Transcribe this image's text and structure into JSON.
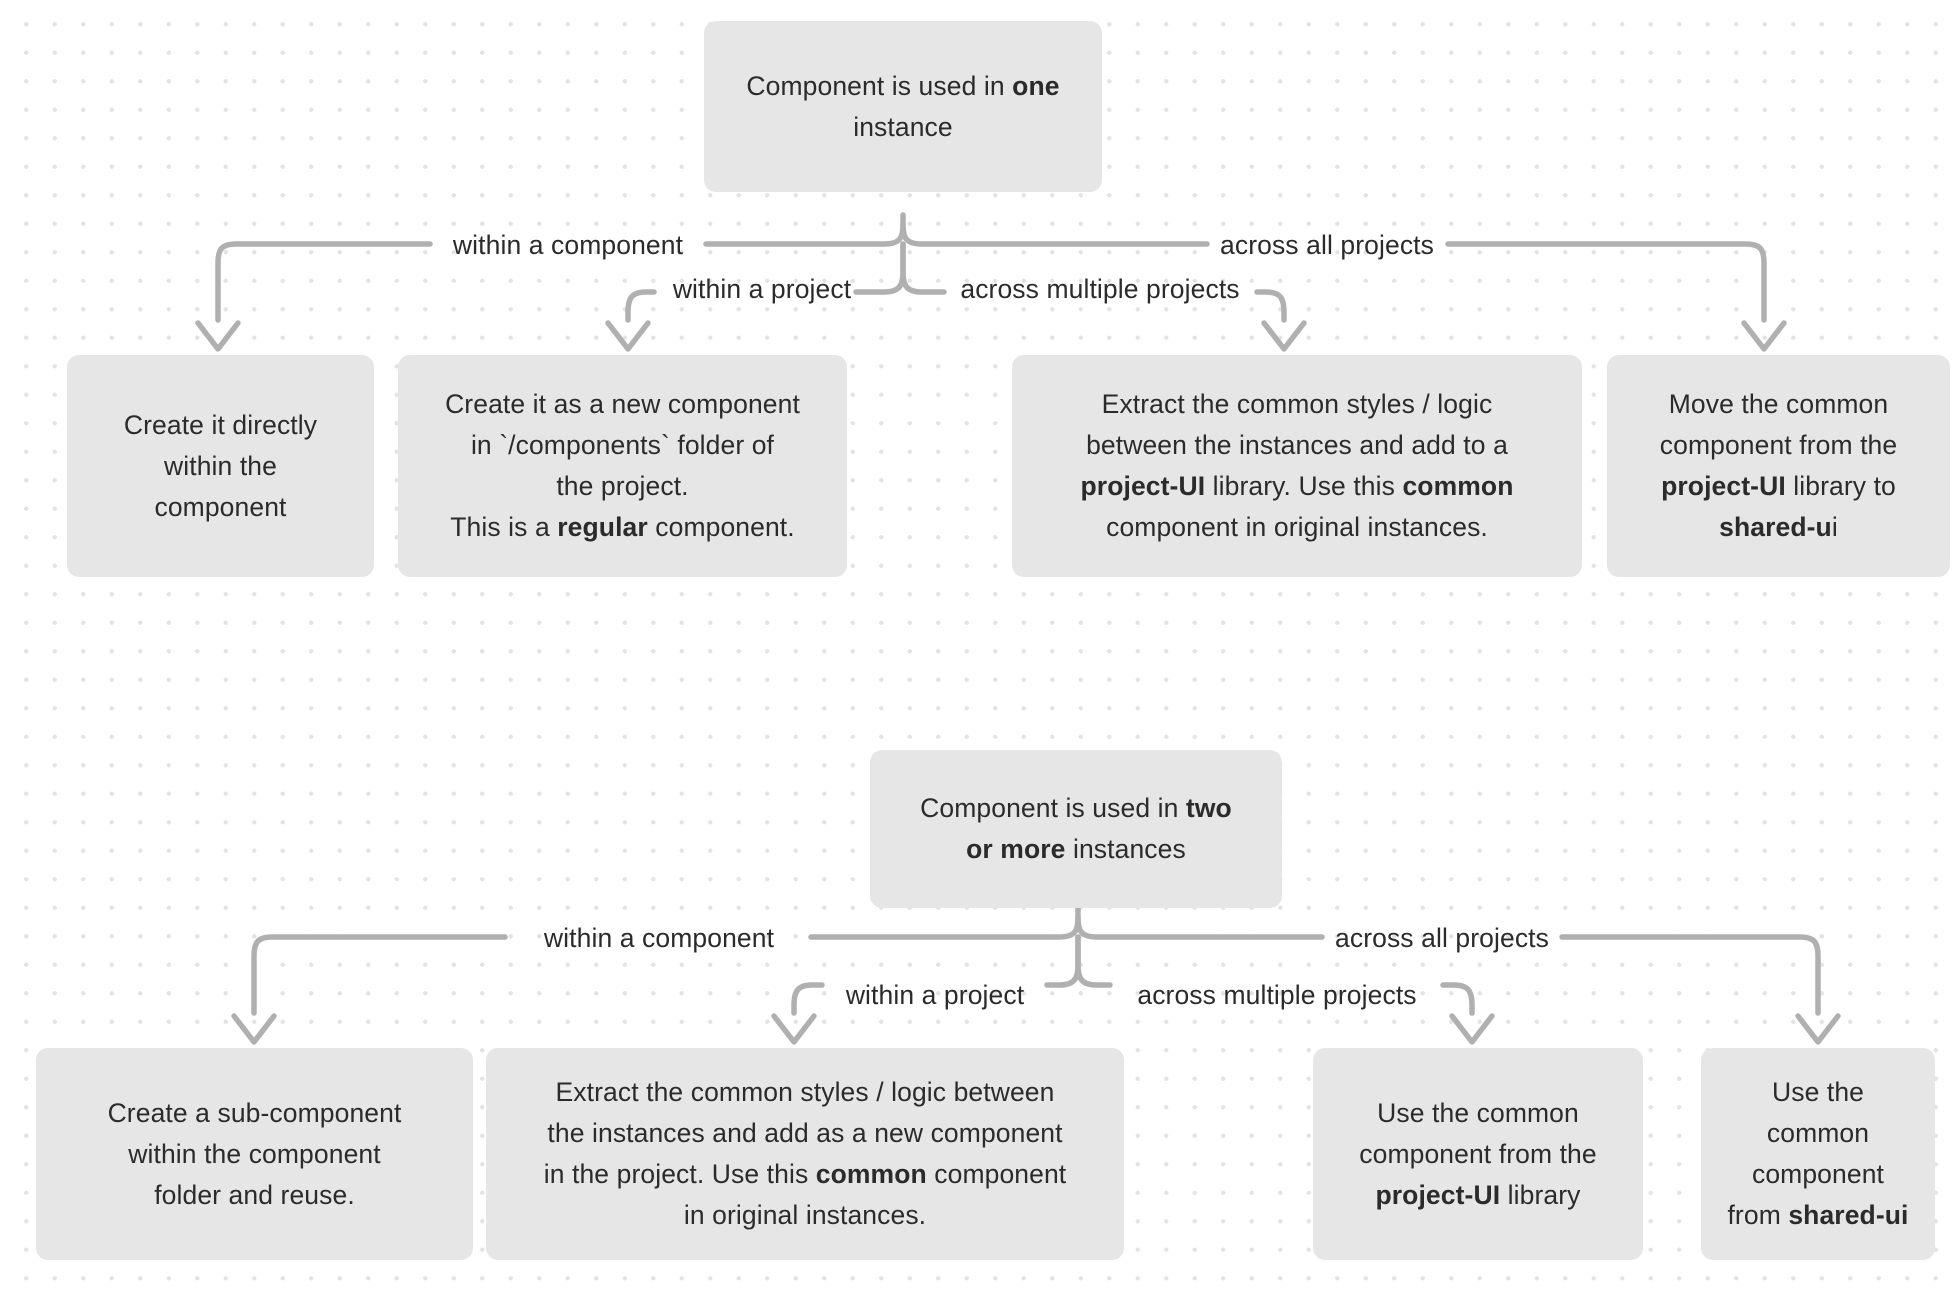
{
  "diagram": {
    "title": "Component reuse decision tree",
    "background_color": "#ffffff",
    "dot_color": "#e3e3e3",
    "node_fill": "#e6e6e6",
    "text_color": "#2b2b2b",
    "connector_color": "#b0b0b0"
  },
  "trees": [
    {
      "id": "one-instance",
      "root": {
        "name": "root-one-instance",
        "segments": [
          {
            "text": "Component is used in ",
            "bold": false
          },
          {
            "text": "one",
            "bold": true
          },
          {
            "text": "\n",
            "bold": false
          },
          {
            "text": "instance",
            "bold": false
          }
        ],
        "plain": "Component is used in one instance"
      },
      "branches": [
        {
          "label": "within a component",
          "name": "edge-label-within-a-component-1"
        },
        {
          "label": "within a project",
          "name": "edge-label-within-a-project-1"
        },
        {
          "label": "across multiple projects",
          "name": "edge-label-across-multiple-projects-1"
        },
        {
          "label": "across all projects",
          "name": "edge-label-across-all-projects-1"
        }
      ],
      "leaves": [
        {
          "name": "leaf-create-directly-within-component",
          "segments": [
            {
              "text": "Create it directly\nwithin the\ncomponent",
              "bold": false
            }
          ],
          "plain": "Create it directly within the component"
        },
        {
          "name": "leaf-create-new-component-in-components-folder",
          "segments": [
            {
              "text": "Create it as a new component\nin `/components` folder of\nthe project.\nThis is a ",
              "bold": false
            },
            {
              "text": "regular",
              "bold": true
            },
            {
              "text": " component.",
              "bold": false
            }
          ],
          "plain": "Create it as a new component in `/components` folder of the project. This is a regular component."
        },
        {
          "name": "leaf-extract-common-to-project-ui",
          "segments": [
            {
              "text": "Extract the common styles / logic\nbetween the instances and add to a\n",
              "bold": false
            },
            {
              "text": "project-UI",
              "bold": true
            },
            {
              "text": " library. Use this ",
              "bold": false
            },
            {
              "text": "common",
              "bold": true
            },
            {
              "text": "\ncomponent in original instances.",
              "bold": false
            }
          ],
          "plain": "Extract the common styles / logic between the instances and add to a project-UI library. Use this common component in original instances."
        },
        {
          "name": "leaf-move-common-to-shared-ui",
          "segments": [
            {
              "text": "Move the common\ncomponent from the\n",
              "bold": false
            },
            {
              "text": "project-UI",
              "bold": true
            },
            {
              "text": " library to\n",
              "bold": false
            },
            {
              "text": "shared-u",
              "bold": true
            },
            {
              "text": "i",
              "bold": false
            }
          ],
          "plain": "Move the common component from the project-UI library to shared-ui"
        }
      ]
    },
    {
      "id": "two-or-more-instances",
      "root": {
        "name": "root-two-or-more-instances",
        "segments": [
          {
            "text": "Component is used in ",
            "bold": false
          },
          {
            "text": "two",
            "bold": true
          },
          {
            "text": "\n",
            "bold": false
          },
          {
            "text": "or more",
            "bold": true
          },
          {
            "text": " instances",
            "bold": false
          }
        ],
        "plain": "Component is used in two or more instances"
      },
      "branches": [
        {
          "label": "within a component",
          "name": "edge-label-within-a-component-2"
        },
        {
          "label": "within a project",
          "name": "edge-label-within-a-project-2"
        },
        {
          "label": "across multiple projects",
          "name": "edge-label-across-multiple-projects-2"
        },
        {
          "label": "across all projects",
          "name": "edge-label-across-all-projects-2"
        }
      ],
      "leaves": [
        {
          "name": "leaf-create-sub-component",
          "segments": [
            {
              "text": "Create a sub-component\nwithin the component\nfolder and reuse.",
              "bold": false
            }
          ],
          "plain": "Create a sub-component within the component folder and reuse."
        },
        {
          "name": "leaf-extract-common-new-component-in-project",
          "segments": [
            {
              "text": "Extract the common styles / logic between\nthe instances and add as a new component\nin the project. Use this ",
              "bold": false
            },
            {
              "text": "common",
              "bold": true
            },
            {
              "text": " component\nin original instances.",
              "bold": false
            }
          ],
          "plain": "Extract the common styles / logic between the instances and add as a new component in the project. Use this common component in original instances."
        },
        {
          "name": "leaf-use-common-from-project-ui",
          "segments": [
            {
              "text": "Use the common\ncomponent from the\n",
              "bold": false
            },
            {
              "text": "project-UI",
              "bold": true
            },
            {
              "text": " library",
              "bold": false
            }
          ],
          "plain": "Use the common component from the project-UI library"
        },
        {
          "name": "leaf-use-common-from-shared-ui",
          "segments": [
            {
              "text": "Use the\ncommon\ncomponent\nfrom ",
              "bold": false
            },
            {
              "text": "shared-ui",
              "bold": true
            }
          ],
          "plain": "Use the common component from shared-ui"
        }
      ]
    }
  ]
}
